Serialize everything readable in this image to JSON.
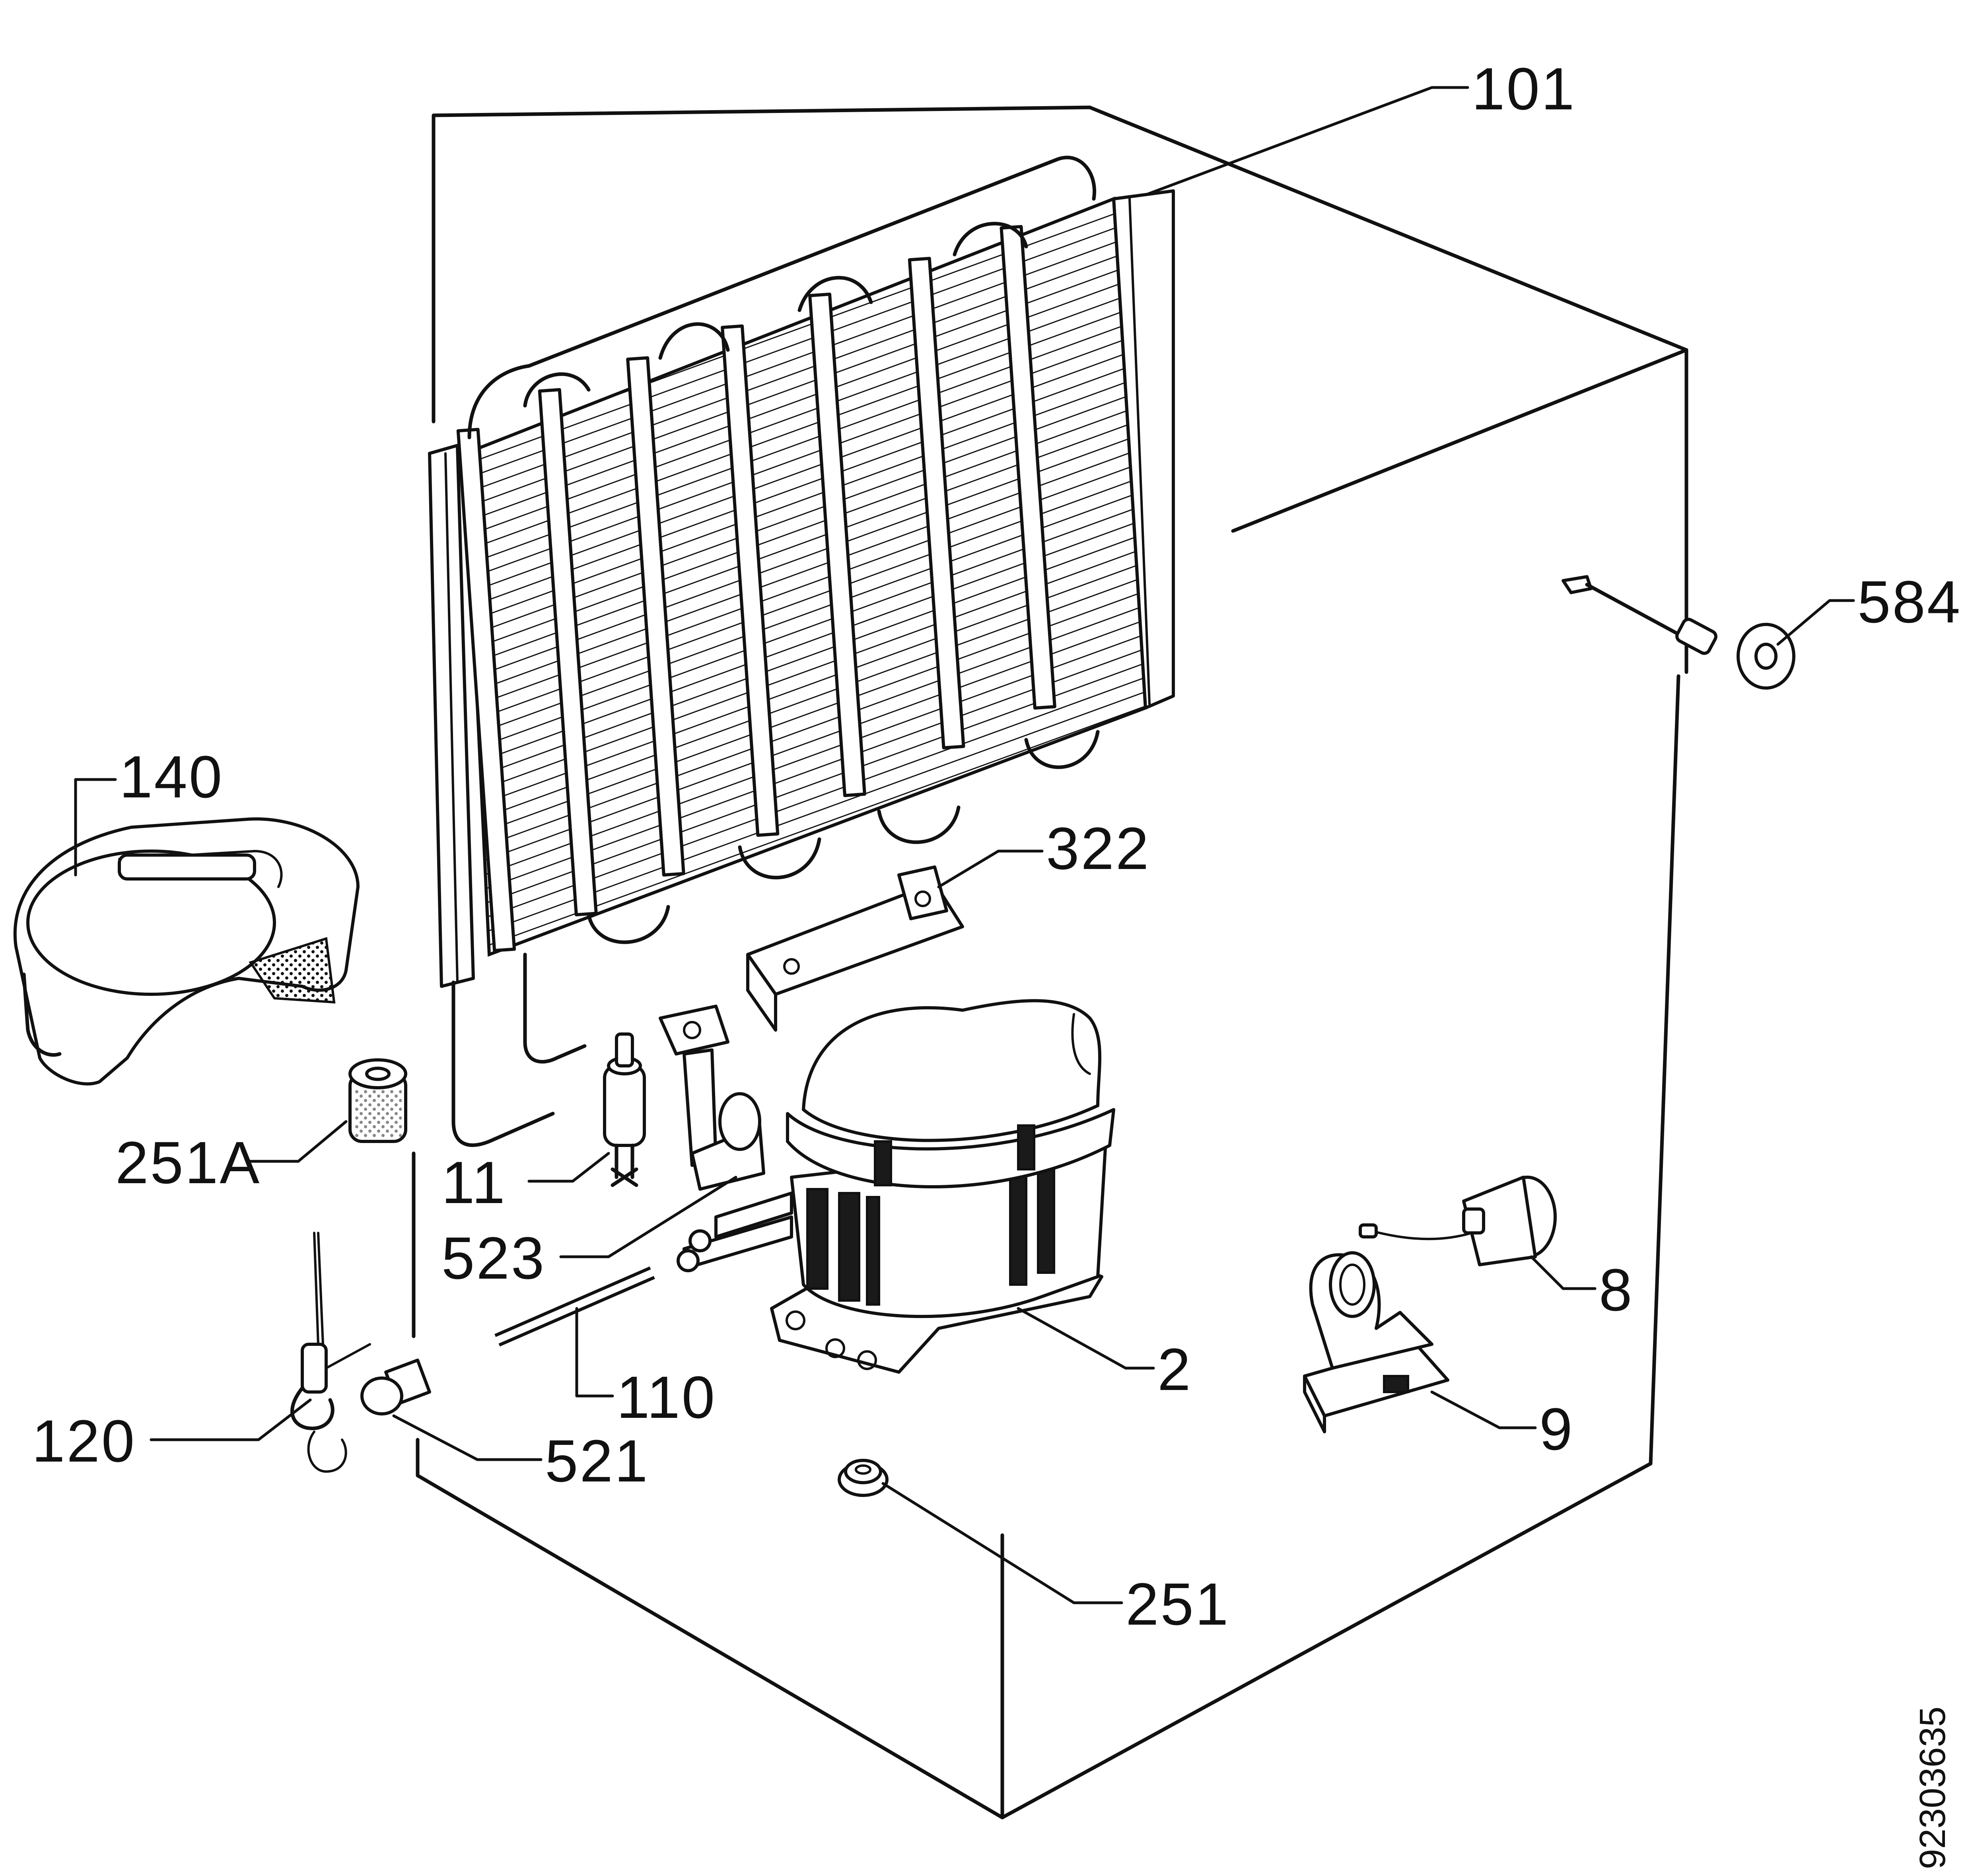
{
  "callouts": {
    "c101": "101",
    "c584": "584",
    "c140": "140",
    "c322": "322",
    "c251A": "251A",
    "c11": "11",
    "c523": "523",
    "c110": "110",
    "c2": "2",
    "c8": "8",
    "c9": "9",
    "c120": "120",
    "c521": "521",
    "c251": "251"
  },
  "document_number": "92303635"
}
